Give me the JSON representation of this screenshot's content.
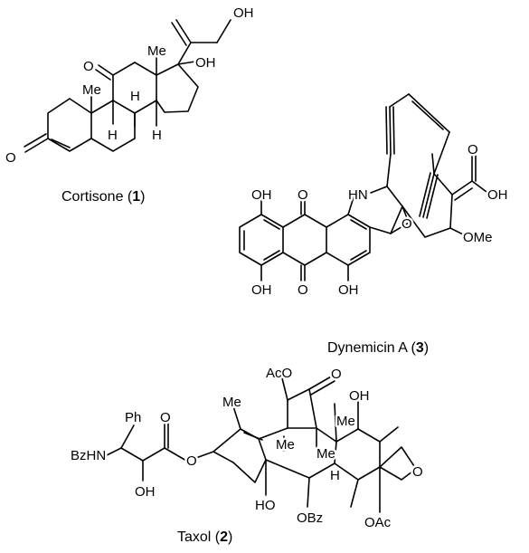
{
  "compounds": [
    {
      "name": "Cortisone",
      "number": "1",
      "labels": {
        "oh_top": "OH",
        "oh_17": "OH",
        "me_13": "Me",
        "me_10": "Me",
        "h_9": "H",
        "h_8": "H",
        "h_14": "H",
        "o_11": "O",
        "o_3": "O"
      }
    },
    {
      "name": "Dynemicin A",
      "number": "3",
      "labels": {
        "oh_1": "OH",
        "oh_2": "OH",
        "oh_3": "OH",
        "o_q1": "O",
        "o_q2": "O",
        "nh": "HN",
        "epox_o": "O",
        "cooh_o": "O",
        "cooh_oh": "OH",
        "ome": "OMe"
      }
    },
    {
      "name": "Taxol",
      "number": "2",
      "labels": {
        "aco": "AcO",
        "ketone_o": "O",
        "oh_top": "OH",
        "me_a": "Me",
        "me_b": "Me",
        "me_c": "Me",
        "me_d": "Me",
        "h": "H",
        "ph": "Ph",
        "ester_o": "O",
        "ester_o2": "O",
        "bzhn": "BzHN",
        "oh_side": "OH",
        "ho": "HO",
        "obz": "OBz",
        "oac": "OAc",
        "oxetane_o": "O"
      }
    }
  ]
}
